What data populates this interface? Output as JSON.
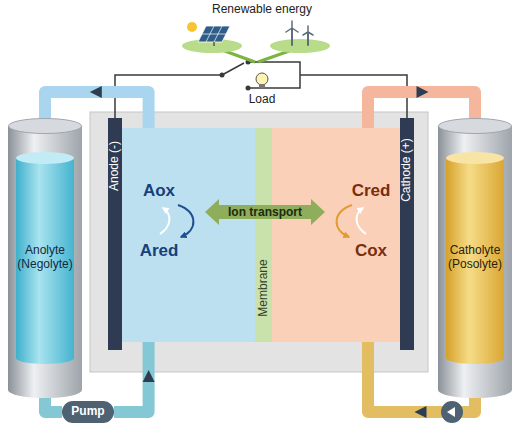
{
  "diagram": {
    "nodes": [
      {
        "text": [
          "Anolyte (Negolyte)"
        ]
      },
      {
        "text": [
          "Anode (-)"
        ]
      },
      {
        "text": [
          "Aox",
          "Ared"
        ]
      },
      {
        "text": [
          "Membrane"
        ]
      },
      {
        "text": [
          "Cred",
          "Cox"
        ]
      },
      {
        "text": [
          "Cathode (+)"
        ]
      },
      {
        "text": [
          "Catholyte (Posolyte)"
        ]
      },
      {
        "text": [
          "Pump"
        ]
      }
    ],
    "edges": [
      {
        "from": 2,
        "to": 0,
        "arrow": "to"
      },
      {
        "from": 0,
        "to": 7,
        "arrow": "none"
      },
      {
        "from": 7,
        "to": 2,
        "arrow": "to"
      },
      {
        "from": 4,
        "to": 6,
        "arrow": "to"
      },
      {
        "from": 6,
        "to": 4,
        "arrow": "to"
      }
    ],
    "labels": [
      "Renewable energy",
      "Load",
      "Ion transport"
    ]
  }
}
